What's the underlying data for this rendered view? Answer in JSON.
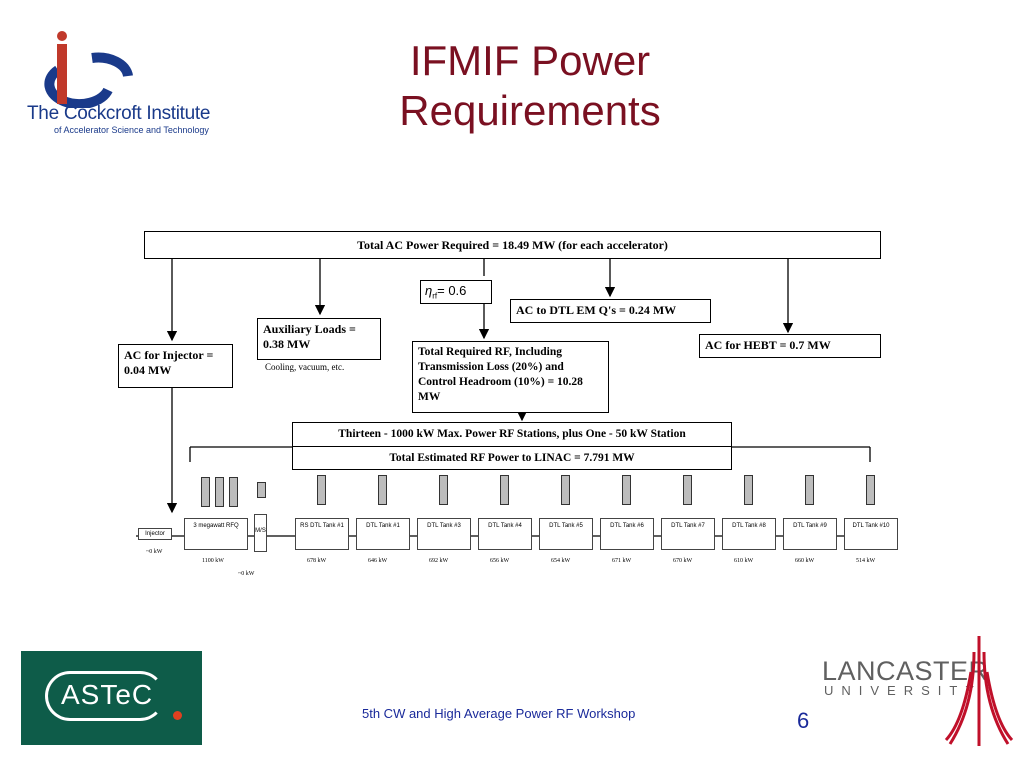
{
  "title": {
    "line1": "IFMIF Power",
    "line2": "Requirements"
  },
  "logos": {
    "cockcroft_name": "The Cockcroft Institute",
    "cockcroft_sub": "of Accelerator Science and Technology",
    "astec": "ASTeC",
    "lancaster": "LANCASTER",
    "university": "UNIVERSITY"
  },
  "footer": {
    "workshop": "5th CW and High Average Power RF Workshop",
    "page": "6"
  },
  "diagram": {
    "total": "Total AC Power Required = 18.49 MW (for each accelerator)",
    "eta": "η",
    "eta_sub": "rf",
    "eta_val": "= 0.6",
    "injector": "AC for Injector = 0.04 MW",
    "auxiliary": "Auxiliary Loads = 0.38 MW",
    "aux_note": "Cooling, vacuum, etc.",
    "rf_total": "Total Required RF, Including Transmission Loss (20%) and Control Headroom (10%) = 10.28 MW",
    "dtl_emq": "AC to DTL EM Q's = 0.24 MW",
    "hebt": "AC for HEBT = 0.7 MW",
    "stations": "Thirteen - 1000 kW Max. Power RF Stations, plus One - 50 kW Station",
    "linac_power": "Total Estimated RF Power to LINAC = 7.791 MW",
    "injector_block": "Injector",
    "injector_power": "~0 kW",
    "rfq": "3 megawatt RFQ",
    "rfq_power": "1100 kW",
    "mebt": "M/S",
    "mebt_power": "~0 kW",
    "tanks": [
      {
        "label": "RS DTL Tank #1",
        "power": "678 kW"
      },
      {
        "label": "DTL Tank #1",
        "power": "646 kW"
      },
      {
        "label": "DTL Tank #3",
        "power": "692 kW"
      },
      {
        "label": "DTL Tank #4",
        "power": "656 kW"
      },
      {
        "label": "DTL Tank #5",
        "power": "654 kW"
      },
      {
        "label": "DTL Tank #6",
        "power": "671 kW"
      },
      {
        "label": "DTL Tank #7",
        "power": "670 kW"
      },
      {
        "label": "DTL Tank #8",
        "power": "610 kW"
      },
      {
        "label": "DTL Tank #9",
        "power": "660 kW"
      },
      {
        "label": "DTL Tank #10",
        "power": "514 kW"
      }
    ]
  }
}
